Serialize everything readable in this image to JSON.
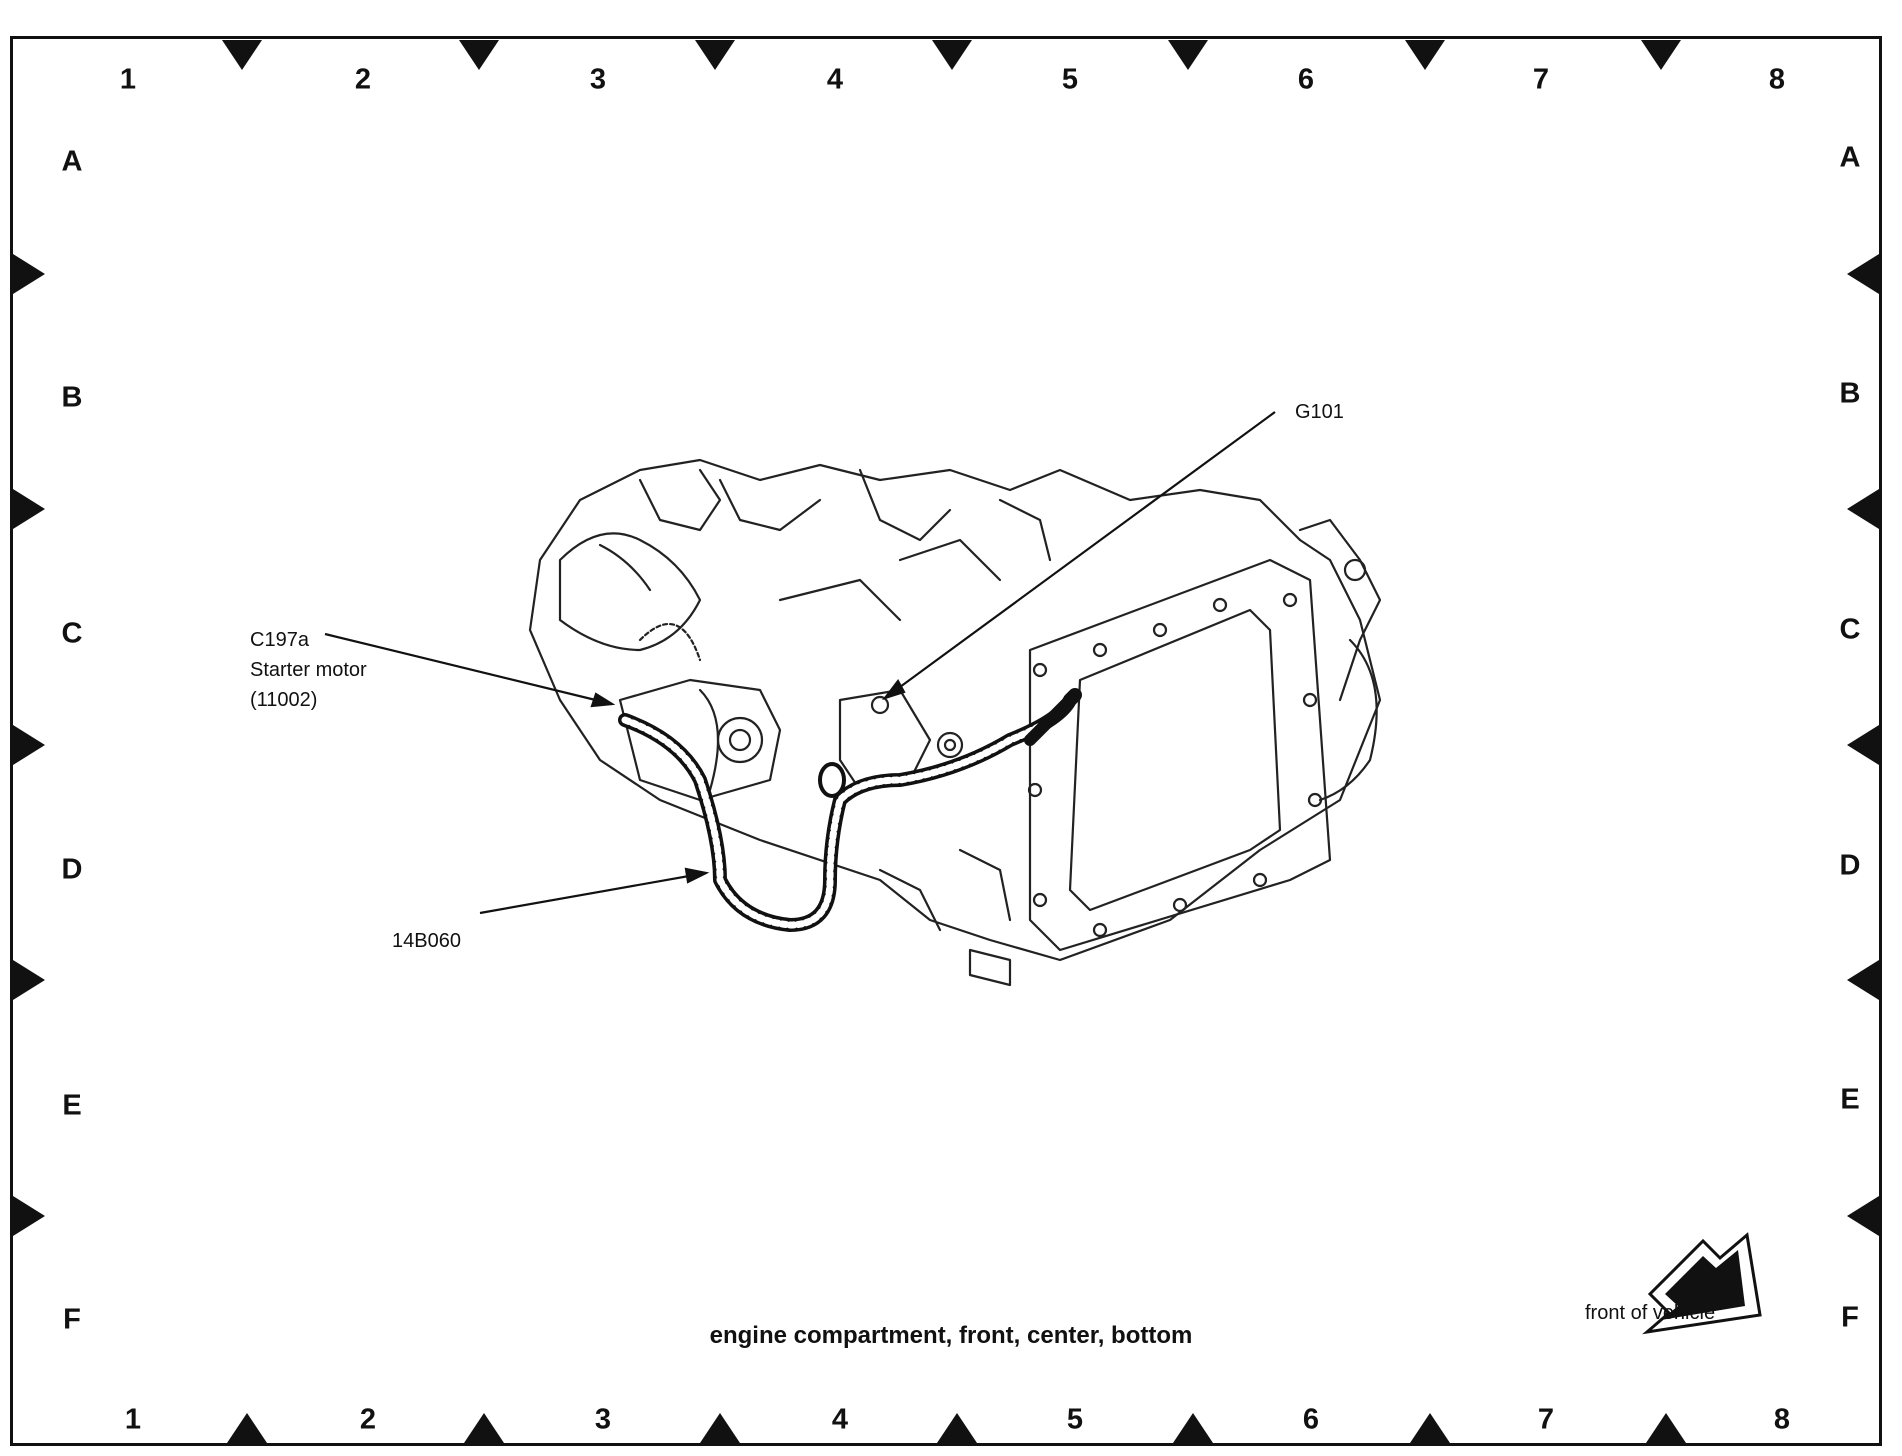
{
  "grid": {
    "columns": [
      "1",
      "2",
      "3",
      "4",
      "5",
      "6",
      "7",
      "8"
    ],
    "rows": [
      "A",
      "B",
      "C",
      "D",
      "E",
      "F"
    ]
  },
  "callouts": {
    "g101": "G101",
    "c197a": "C197a",
    "starter_motor": "Starter motor",
    "starter_part": "(11002)",
    "harness": "14B060"
  },
  "caption": "engine compartment, front, center, bottom",
  "orientation": {
    "label": "front of vehicle",
    "icon": "front-arrow-icon"
  },
  "colors": {
    "ink": "#111111",
    "paper": "#ffffff"
  }
}
